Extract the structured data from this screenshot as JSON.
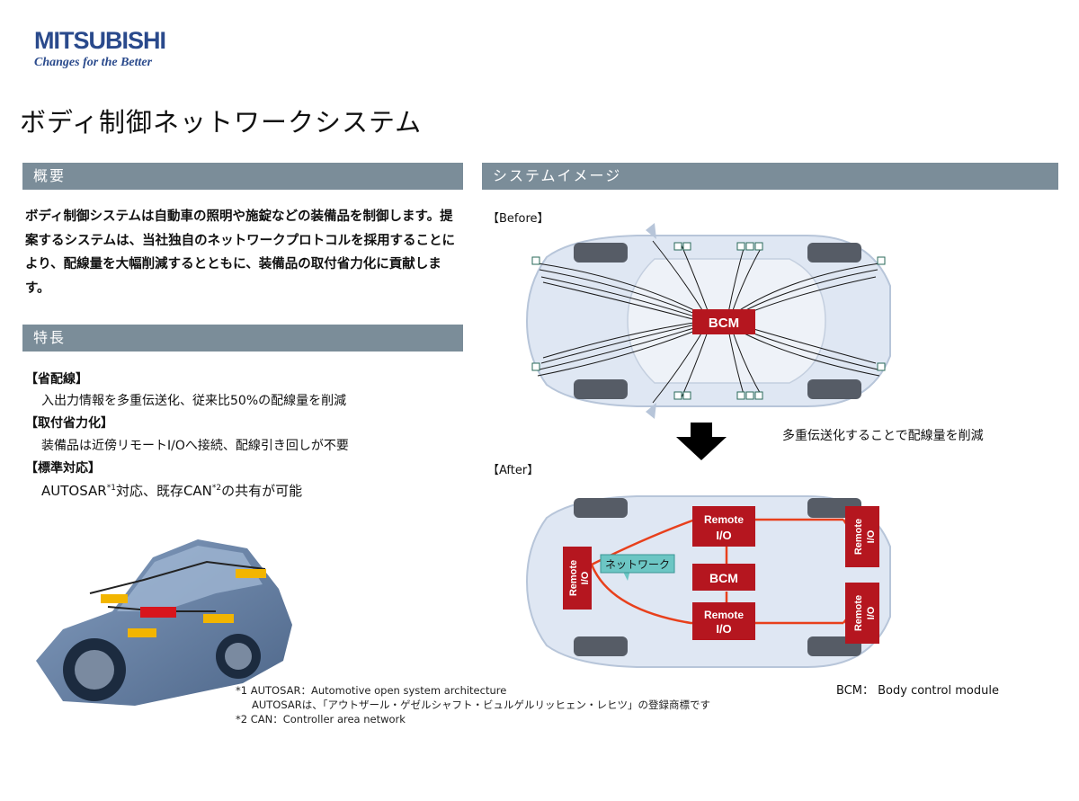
{
  "brand": {
    "name": "MITSUBISHI",
    "tagline": "Changes for the Better"
  },
  "title": "ボディ制御ネットワークシステム",
  "overview": {
    "heading": "概要",
    "text": "ボディ制御システムは自動車の照明や施錠などの装備品を制御します。提案するシステムは、当社独自のネットワークプロトコルを採用することにより、配線量を大幅削減するとともに、装備品の取付省力化に貢献します。"
  },
  "features": {
    "heading": "特長",
    "items": [
      {
        "title": "【省配線】",
        "body": "入出力情報を多重伝送化、従来比50%の配線量を削減"
      },
      {
        "title": "【取付省力化】",
        "body": "装備品は近傍リモートI/Oへ接続、配線引き回しが不要"
      },
      {
        "title": "【標準対応】",
        "body_parts": [
          "AUTOSAR",
          "*1",
          "対応、既存CAN",
          "*2",
          "の共有が可能"
        ]
      }
    ]
  },
  "system": {
    "heading": "システムイメージ",
    "before_label": "【Before】",
    "after_label": "【After】",
    "arrow_caption": "多重伝送化することで配線量を削減",
    "bcm_label": "BCM",
    "remote_label_line1": "Remote",
    "remote_label_line2": "I/O",
    "network_label": "ネットワーク",
    "bcm_definition": "BCM： Body control module"
  },
  "footnotes": [
    "*1 AUTOSAR：Automotive open system architecture",
    "AUTOSARは、「アウトザール・ゲゼルシャフト・ビュルゲルリッヒェン・レヒツ」の登録商標です",
    "*2 CAN：Controller area network"
  ],
  "colors": {
    "accent": "#b5161f",
    "section_bar": "#7b8d99",
    "network": "#e8401c",
    "brand": "#2a4a8c",
    "callout": "#6cc6c4"
  }
}
